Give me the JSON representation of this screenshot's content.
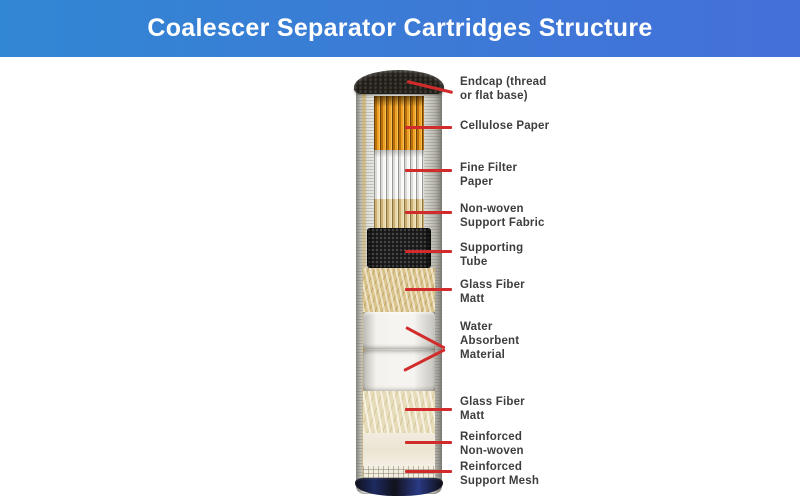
{
  "header": {
    "title": "Coalescer Separator Cartridges Structure",
    "bg_gradient_left": "#3187d3",
    "bg_gradient_right": "#4470d9",
    "text_color": "#ffffff"
  },
  "diagram": {
    "connector_color": "#d22b2b",
    "label_color": "#3d3d3d",
    "labels": [
      {
        "id": "endcap",
        "text": "Endcap (thread\nor flat base)"
      },
      {
        "id": "cellulose-paper",
        "text": "Cellulose Paper"
      },
      {
        "id": "fine-filter-paper",
        "text": "Fine Filter\nPaper"
      },
      {
        "id": "non-woven-support-fabric",
        "text": "Non-woven\nSupport Fabric"
      },
      {
        "id": "supporting-tube",
        "text": "Supporting\nTube"
      },
      {
        "id": "glass-fiber-matt",
        "text": "Glass Fiber\nMatt"
      },
      {
        "id": "water-absorbent-material",
        "text": "Water\nAbsorbent\nMaterial"
      },
      {
        "id": "glass-fiber-matt-lower",
        "text": "Glass Fiber\nMatt"
      },
      {
        "id": "reinforced-non-woven",
        "text": "Reinforced\nNon-woven"
      },
      {
        "id": "reinforced-support-mesh",
        "text": "Reinforced\nSupport Mesh"
      }
    ],
    "layers": [
      {
        "name": "top-endcap",
        "color": "#201d19"
      },
      {
        "name": "outer-mesh-wrap",
        "color": "#ecebe4"
      },
      {
        "name": "cellulose-paper",
        "color": "#eda126"
      },
      {
        "name": "fine-filter-paper",
        "color": "#e9e9e6"
      },
      {
        "name": "non-woven-support-fabric",
        "color": "#d9c08a"
      },
      {
        "name": "supporting-tube",
        "color": "#161616"
      },
      {
        "name": "glass-fiber-matt",
        "color": "#d9c38b"
      },
      {
        "name": "water-absorbent-material",
        "color": "#f3f1ec"
      },
      {
        "name": "glass-fiber-matt-lower",
        "color": "#e6dcba"
      },
      {
        "name": "reinforced-non-woven",
        "color": "#efe8d8"
      },
      {
        "name": "reinforced-support-mesh",
        "color": "#f2eee2"
      },
      {
        "name": "bottom-endcap",
        "color": "#12121c"
      }
    ]
  }
}
